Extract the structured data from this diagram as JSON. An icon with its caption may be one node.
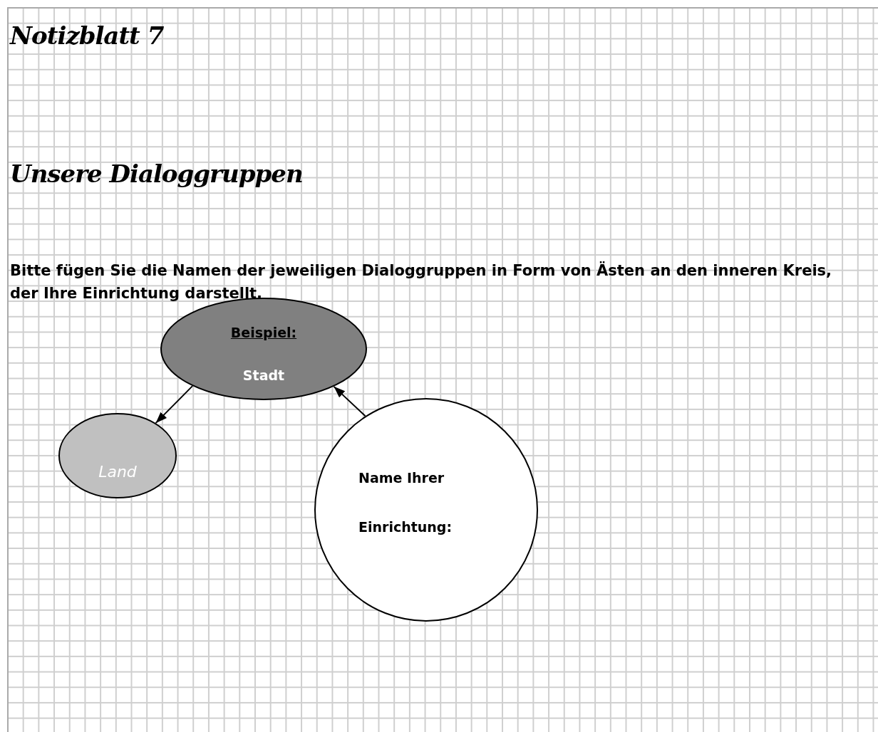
{
  "diagram": {
    "title": "Notizblatt 7",
    "nodes": [
      {
        "text": [
          "Beispiel:",
          "Stadt"
        ]
      },
      {
        "text": [
          "Land"
        ]
      },
      {
        "text": [
          "Name Ihrer Einrichtung:"
        ]
      }
    ],
    "edges": [
      {
        "from": 0,
        "to": 1,
        "arrow": "to"
      },
      {
        "from": 2,
        "to": 0,
        "arrow": "to"
      }
    ],
    "labels": [
      "Unsere Dialoggruppen",
      "Bitte fügen Sie die Namen der jeweiligen Dialoggruppen in Form von Ästen an den inneren Kreis, der Ihre Einrichtung darstellt."
    ]
  }
}
